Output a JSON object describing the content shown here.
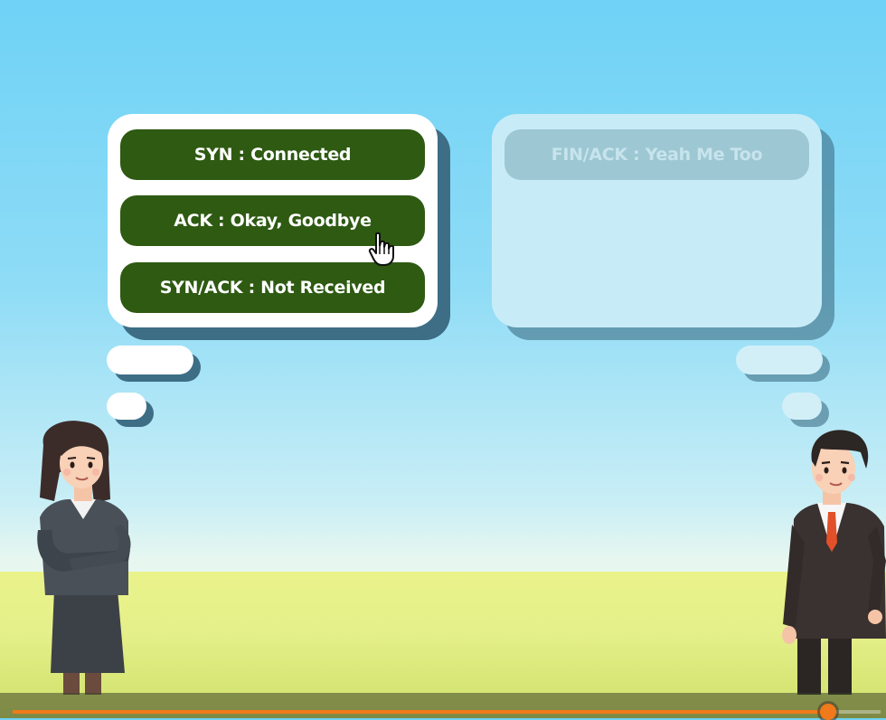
{
  "scene": {
    "left_bubble": {
      "options": [
        {
          "label": "SYN : Connected"
        },
        {
          "label": "ACK : Okay, Goodbye"
        },
        {
          "label": "SYN/ACK : Not Received"
        }
      ]
    },
    "right_bubble": {
      "options": [
        {
          "label": "FIN/ACK : Yeah Me Too"
        }
      ]
    },
    "characters": {
      "left": "woman-character",
      "right": "man-character"
    }
  },
  "player": {
    "progress": 0.94
  },
  "colors": {
    "option_green": "#2e5a12",
    "progress_orange": "#f07a1b",
    "sky": "#6fd2f6",
    "grass": "#eaf38a"
  }
}
